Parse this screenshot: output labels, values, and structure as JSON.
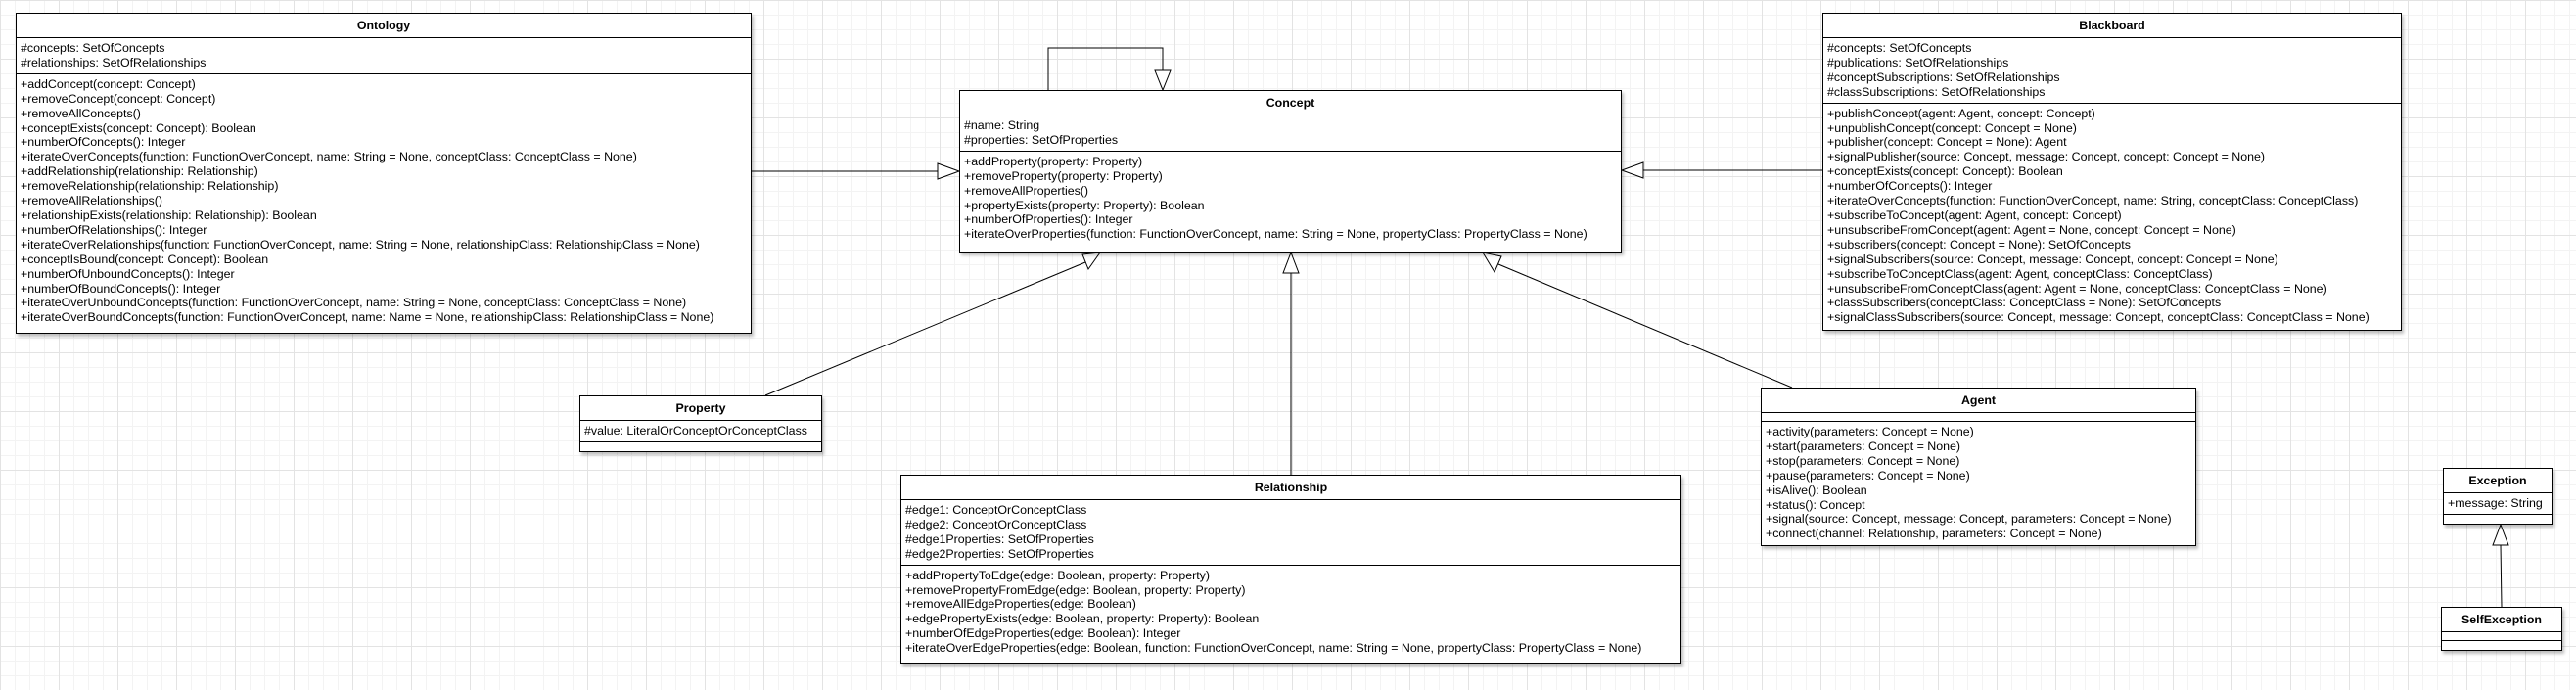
{
  "classes": {
    "ontology": {
      "name": "Ontology",
      "attributes": [
        "#concepts: SetOfConcepts",
        "#relationships: SetOfRelationships"
      ],
      "operations": [
        "+addConcept(concept: Concept)",
        "+removeConcept(concept: Concept)",
        "+removeAllConcepts()",
        "+conceptExists(concept: Concept): Boolean",
        "+numberOfConcepts(): Integer",
        "+iterateOverConcepts(function: FunctionOverConcept, name: String = None, conceptClass: ConceptClass = None)",
        "+addRelationship(relationship: Relationship)",
        "+removeRelationship(relationship: Relationship)",
        "+removeAllRelationships()",
        "+relationshipExists(relationship: Relationship): Boolean",
        "+numberOfRelationships(): Integer",
        "+iterateOverRelationships(function: FunctionOverConcept, name: String = None, relationshipClass: RelationshipClass = None)",
        "+conceptIsBound(concept: Concept): Boolean",
        "+numberOfUnboundConcepts(): Integer",
        "+numberOfBoundConcepts(): Integer",
        "+iterateOverUnboundConcepts(function: FunctionOverConcept, name: String = None, conceptClass: ConceptClass = None)",
        "+iterateOverBoundConcepts(function: FunctionOverConcept, name: Name = None, relationshipClass: RelationshipClass = None)"
      ]
    },
    "concept": {
      "name": "Concept",
      "attributes": [
        "#name: String",
        "#properties: SetOfProperties"
      ],
      "operations": [
        "+addProperty(property: Property)",
        "+removeProperty(property: Property)",
        "+removeAllProperties()",
        "+propertyExists(property: Property): Boolean",
        "+numberOfProperties(): Integer",
        "+iterateOverProperties(function: FunctionOverConcept, name: String = None, propertyClass: PropertyClass = None)"
      ]
    },
    "blackboard": {
      "name": "Blackboard",
      "attributes": [
        "#concepts: SetOfConcepts",
        "#publications: SetOfRelationships",
        "#conceptSubscriptions: SetOfRelationships",
        "#classSubscriptions: SetOfRelationships"
      ],
      "operations": [
        "+publishConcept(agent: Agent, concept: Concept)",
        "+unpublishConcept(concept: Concept = None)",
        "+publisher(concept: Concept = None): Agent",
        "+signalPublisher(source: Concept, message: Concept, concept: Concept = None)",
        "+conceptExists(concept: Concept): Boolean",
        "+numberOfConcepts(): Integer",
        "+iterateOverConcepts(function: FunctionOverConcept, name: String, conceptClass: ConceptClass)",
        "+subscribeToConcept(agent: Agent, concept: Concept)",
        "+unsubscribeFromConcept(agent: Agent = None, concept: Concept = None)",
        "+subscribers(concept: Concept = None): SetOfConcepts",
        "+signalSubscribers(source: Concept, message: Concept, concept: Concept = None)",
        "+subscribeToConceptClass(agent: Agent, conceptClass: ConceptClass)",
        "+unsubscribeFromConceptClass(agent: Agent = None, conceptClass: ConceptClass = None)",
        "+classSubscribers(conceptClass: ConceptClass = None): SetOfConcepts",
        "+signalClassSubscribers(source: Concept, message: Concept, conceptClass: ConceptClass = None)"
      ]
    },
    "property": {
      "name": "Property",
      "attributes": [
        "#value: LiteralOrConceptOrConceptClass"
      ],
      "operations": []
    },
    "relationship": {
      "name": "Relationship",
      "attributes": [
        "#edge1: ConceptOrConceptClass",
        "#edge2: ConceptOrConceptClass",
        "#edge1Properties: SetOfProperties",
        "#edge2Properties: SetOfProperties"
      ],
      "operations": [
        "+addPropertyToEdge(edge: Boolean, property: Property)",
        "+removePropertyFromEdge(edge: Boolean, property: Property)",
        "+removeAllEdgeProperties(edge: Boolean)",
        "+edgePropertyExists(edge: Boolean, property: Property): Boolean",
        "+numberOfEdgeProperties(edge: Boolean): Integer",
        "+iterateOverEdgeProperties(edge: Boolean, function: FunctionOverConcept, name: String = None, propertyClass: PropertyClass = None)"
      ]
    },
    "agent": {
      "name": "Agent",
      "attributes": [],
      "operations": [
        "+activity(parameters: Concept = None)",
        "+start(parameters: Concept = None)",
        "+stop(parameters: Concept = None)",
        "+pause(parameters: Concept = None)",
        "+isAlive(): Boolean",
        "+status(): Concept",
        "+signal(source: Concept, message: Concept, parameters: Concept = None)",
        "+connect(channel: Relationship, parameters: Concept = None)"
      ]
    },
    "exception": {
      "name": "Exception",
      "attributes": [
        "+message: String"
      ],
      "operations": []
    },
    "self_exception": {
      "name": "SelfException",
      "attributes": [],
      "operations": []
    }
  }
}
